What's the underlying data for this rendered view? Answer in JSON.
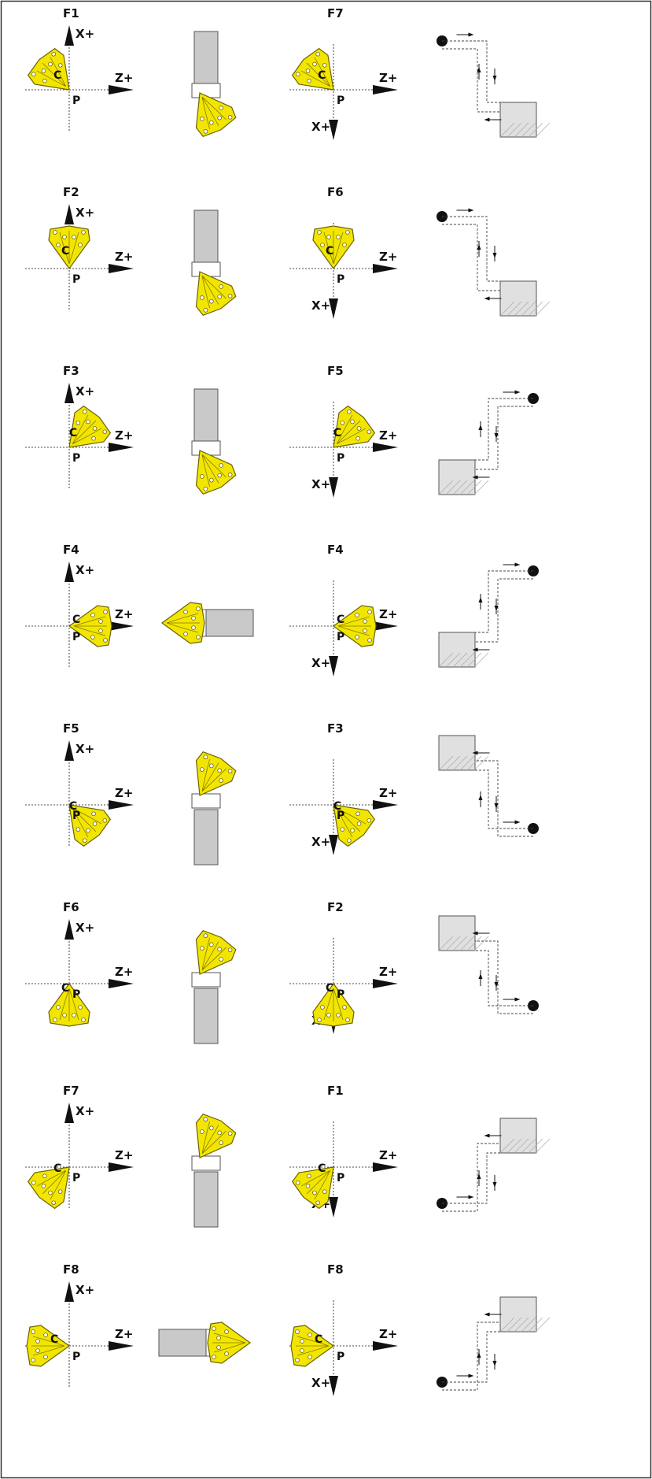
{
  "colors": {
    "insert_fill": "#f2e600",
    "insert_stroke": "#6b6200",
    "holder_fill": "#c9c9c9",
    "holder_stroke": "#555555",
    "workpiece_fill": "#e0e0e0",
    "workpiece_stroke": "#555555",
    "path_stroke": "#444444",
    "axis_color": "#111111",
    "frame_color": "#333333"
  },
  "axis_labels": {
    "x": "X+",
    "z": "Z+"
  },
  "point_labels": {
    "c": "C",
    "p": "P"
  },
  "rows": [
    {
      "left_factor": "F1",
      "right_factor": "F7",
      "left_quadrant": "top-left",
      "path_variant": 1
    },
    {
      "left_factor": "F2",
      "right_factor": "F6",
      "left_quadrant": "top",
      "path_variant": 2
    },
    {
      "left_factor": "F3",
      "right_factor": "F5",
      "left_quadrant": "top-right",
      "path_variant": 3
    },
    {
      "left_factor": "F4",
      "right_factor": "F4",
      "left_quadrant": "right",
      "path_variant": 4
    },
    {
      "left_factor": "F5",
      "right_factor": "F3",
      "left_quadrant": "bottom-right",
      "path_variant": 5
    },
    {
      "left_factor": "F6",
      "right_factor": "F2",
      "left_quadrant": "bottom",
      "path_variant": 6
    },
    {
      "left_factor": "F7",
      "right_factor": "F1",
      "left_quadrant": "bottom-left",
      "path_variant": 7
    },
    {
      "left_factor": "F8",
      "right_factor": "F8",
      "left_quadrant": "left",
      "path_variant": 8
    }
  ]
}
